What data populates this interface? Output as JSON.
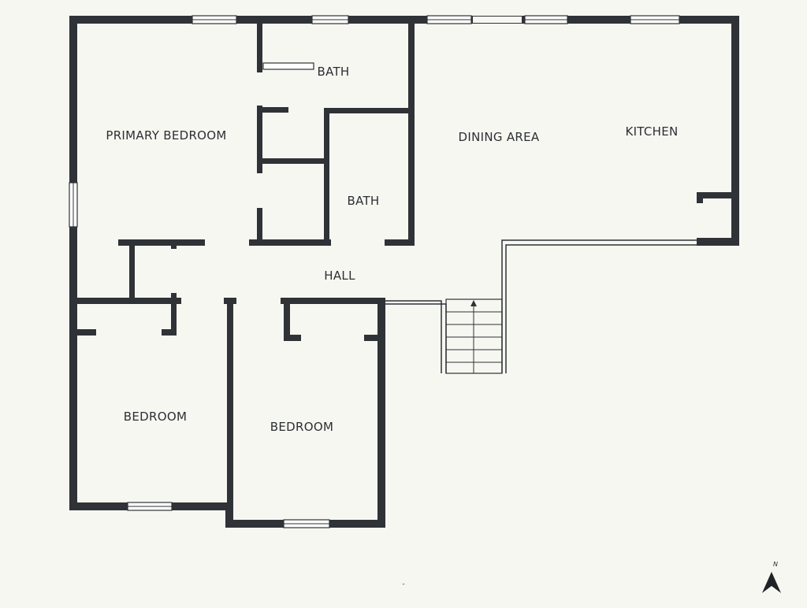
{
  "rooms": {
    "primary_bedroom": "PRIMARY BEDROOM",
    "bath_top": "BATH",
    "bath_middle": "BATH",
    "dining_area": "DINING AREA",
    "kitchen": "KITCHEN",
    "hall": "HALL",
    "bedroom_left": "BEDROOM",
    "bedroom_right": "BEDROOM"
  },
  "compass": {
    "label": "N"
  },
  "footer_mark": "-",
  "colors": {
    "wall": "#2f3236",
    "background": "#f7f7f2",
    "window": "#ffffff"
  }
}
